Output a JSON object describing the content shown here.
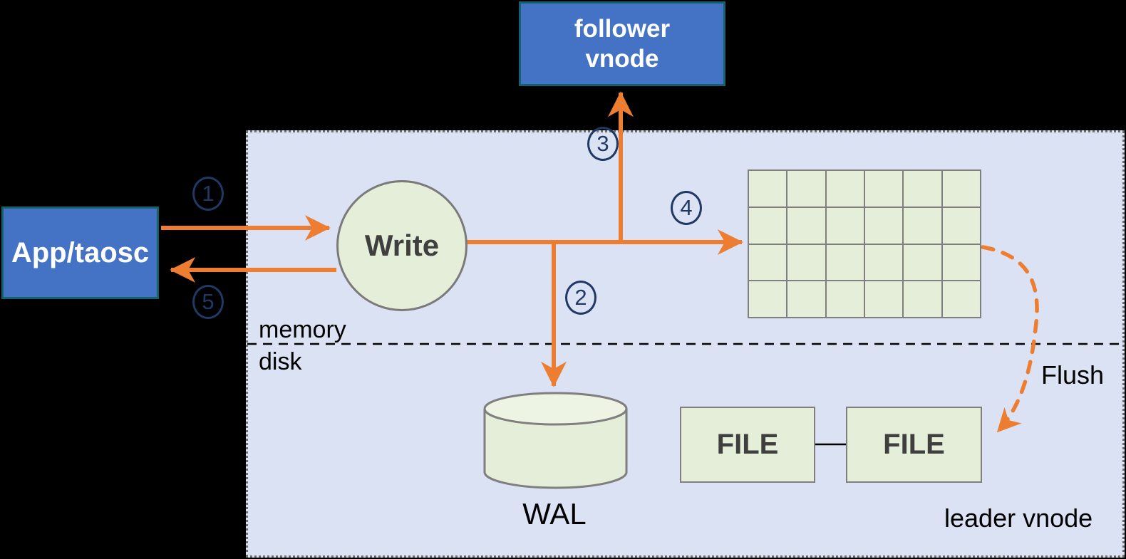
{
  "diagram": {
    "app": {
      "label": "App/taosc"
    },
    "follower": {
      "line1": "follower",
      "line2": "vnode"
    },
    "write": {
      "label": "Write"
    },
    "memory_label": "memory",
    "disk_label": "disk",
    "wal": {
      "label": "WAL"
    },
    "files": {
      "file1": "FILE",
      "file2": "FILE"
    },
    "flush_label": "Flush",
    "leader_label": "leader vnode",
    "steps": [
      "1",
      "2",
      "3",
      "4",
      "5"
    ],
    "memtable": {
      "rows": 4,
      "cols": 6
    }
  },
  "colors": {
    "background": "#000000",
    "panel_fill": "#dae2f3",
    "panel_border": "#6e6e6e",
    "node_blue": "#4472c4",
    "node_blue_border": "#17606d",
    "green_fill": "#e4eed8",
    "green_border": "#7f7f7f",
    "arrow_orange": "#ed7d31",
    "step_navy": "#1f3864",
    "dark_text": "#3f3f3f"
  }
}
